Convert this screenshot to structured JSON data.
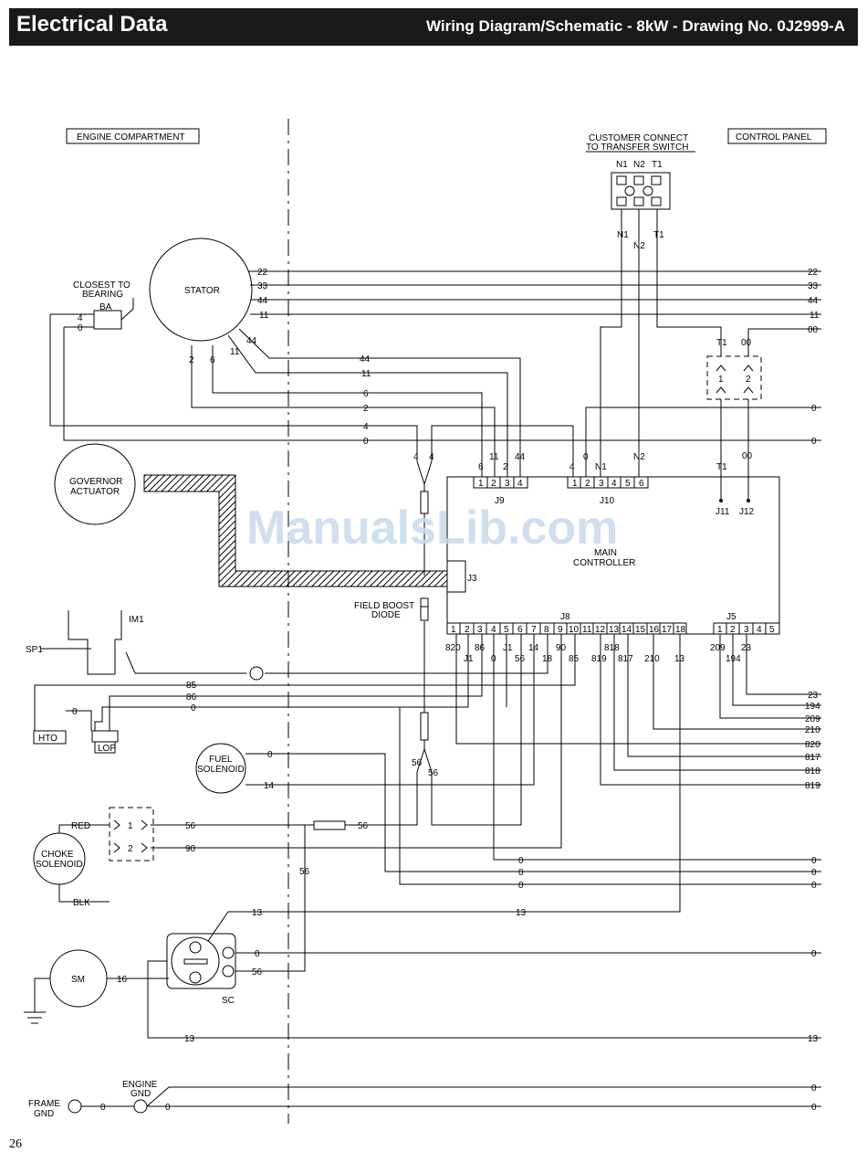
{
  "header": {
    "title": "Electrical Data",
    "subtitle": "Wiring Diagram/Schematic - 8kW - Drawing No. 0J2999-A"
  },
  "page_number": "26",
  "watermark": "ManualsLib.com",
  "labels": {
    "engine_compartment": "ENGINE COMPARTMENT",
    "control_panel": "CONTROL PANEL",
    "customer_connect_1": "CUSTOMER CONNECT",
    "customer_connect_2": "TO TRANSFER SWITCH",
    "stator": "STATOR",
    "closest_1": "CLOSEST TO",
    "closest_2": "BEARING",
    "ba": "BA",
    "governor_1": "GOVERNOR",
    "governor_2": "ACTUATOR",
    "main_1": "MAIN",
    "main_2": "CONTROLLER",
    "field_boost_1": "FIELD BOOST",
    "field_boost_2": "DIODE",
    "im1": "IM1",
    "sp1": "SP1",
    "hto": "HTO",
    "lop": "LOP",
    "fuel_1": "FUEL",
    "fuel_2": "SOLENOID",
    "choke_1": "CHOKE",
    "choke_2": "SOLENOID",
    "red": "RED",
    "blk": "BLK",
    "sm": "SM",
    "sc": "SC",
    "frame_1": "FRAME",
    "frame_2": "GND",
    "engine_gnd_1": "ENGINE",
    "engine_gnd_2": "GND",
    "j3": "J3",
    "j5": "J5",
    "j8": "J8",
    "j9": "J9",
    "j10": "J10",
    "j11": "J11",
    "j12": "J12",
    "t1": "T1",
    "n1": "N1",
    "n2": "N2",
    "oo": "00"
  },
  "terminal_strip": [
    "N1",
    "N2",
    "T1"
  ],
  "connector_pins": {
    "j8": [
      "1",
      "2",
      "3",
      "4",
      "5",
      "6",
      "7",
      "8",
      "9",
      "10",
      "11",
      "12",
      "13",
      "14",
      "15",
      "16",
      "17",
      "18"
    ],
    "j5": [
      "1",
      "2",
      "3",
      "4",
      "5"
    ],
    "j9": [
      "1",
      "2",
      "3",
      "4"
    ],
    "j10": [
      "1",
      "2",
      "3",
      "4",
      "5",
      "6"
    ]
  },
  "relay_pins": [
    "1",
    "2"
  ],
  "wire_numbers": {
    "w22": "22",
    "w33": "33",
    "w44": "44",
    "w11": "11",
    "w00": "00",
    "w0": "0",
    "w2": "2",
    "w4": "4",
    "w6": "6",
    "w85": "85",
    "w86": "86",
    "w56": "56",
    "w90": "90",
    "w14": "14",
    "w13": "13",
    "w16": "16",
    "w18": "18",
    "w23": "23",
    "w194": "194",
    "w209": "209",
    "w210": "210",
    "w820": "820",
    "w817": "817",
    "w818": "818",
    "w819": "819",
    "j1": "J1"
  },
  "colors": {
    "line": "#000000",
    "header_bg": "#1a1a1a",
    "watermark": "#c9d9ec"
  }
}
